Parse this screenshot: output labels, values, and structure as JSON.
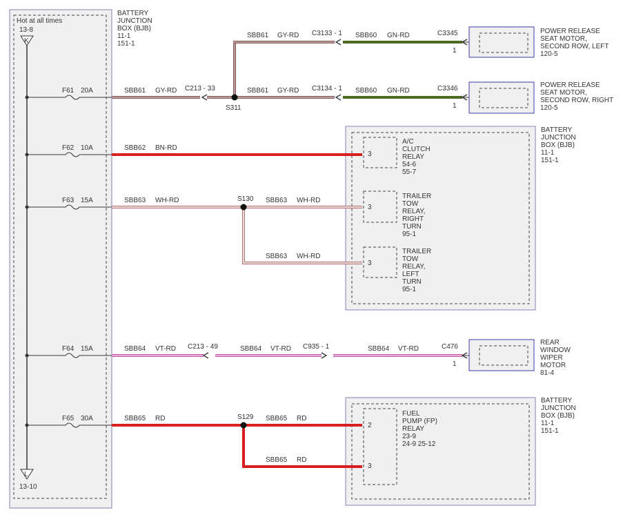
{
  "bjb_main": {
    "hot_label": "Hot at all times",
    "top_ref": "13-8",
    "bottom_ref": "13-10",
    "top_arrow_letter": "K",
    "bottom_arrow_letter": "L",
    "title_lines": [
      "BATTERY",
      "JUNCTION",
      "BOX (BJB)",
      "11-1",
      "151-1"
    ]
  },
  "fuses": [
    {
      "name": "F61",
      "rating": "20A"
    },
    {
      "name": "F62",
      "rating": "10A"
    },
    {
      "name": "F63",
      "rating": "15A"
    },
    {
      "name": "F64",
      "rating": "15A"
    },
    {
      "name": "F65",
      "rating": "30A"
    }
  ],
  "wires": {
    "sbb61": {
      "circuit": "SBB61",
      "color": "GY-RD"
    },
    "sbb60": {
      "circuit": "SBB60",
      "color": "GN-RD"
    },
    "sbb62": {
      "circuit": "SBB62",
      "color": "BN-RD"
    },
    "sbb63": {
      "circuit": "SBB63",
      "color": "WH-RD"
    },
    "sbb64": {
      "circuit": "SBB64",
      "color": "VT-RD"
    },
    "sbb65": {
      "circuit": "SBB65",
      "color": "RD"
    }
  },
  "connectors": {
    "c213_33": "C213 - 33",
    "c3133": "C3133 - 1",
    "c3134": "C3134 - 1",
    "c3345": "C3345",
    "c3346": "C3346",
    "c213_49": "C213 - 49",
    "c935": "C935 - 1",
    "c476": "C476"
  },
  "splices": {
    "s311": "S311",
    "s130": "S130",
    "s129": "S129"
  },
  "components": {
    "seat_left": {
      "pin": "1",
      "lines": [
        "POWER RELEASE",
        "SEAT MOTOR,",
        "SECOND ROW, LEFT",
        "120-5"
      ]
    },
    "seat_right": {
      "pin": "1",
      "lines": [
        "POWER RELEASE",
        "SEAT MOTOR,",
        "SECOND ROW, RIGHT",
        "120-5"
      ]
    },
    "bjb_relays": {
      "lines": [
        "BATTERY",
        "JUNCTION",
        "BOX (BJB)",
        "11-1",
        "151-1"
      ],
      "ac_relay": {
        "pin": "3",
        "lines": [
          "A/C",
          "CLUTCH",
          "RELAY",
          "54-6",
          "55-7"
        ]
      },
      "trailer_right": {
        "pin": "3",
        "lines": [
          "TRAILER",
          "TOW",
          "RELAY,",
          "RIGHT",
          "TURN",
          "95-1"
        ]
      },
      "trailer_left": {
        "pin": "3",
        "lines": [
          "TRAILER",
          "TOW",
          "RELAY,",
          "LEFT",
          "TURN",
          "95-1"
        ]
      }
    },
    "wiper": {
      "pin": "1",
      "lines": [
        "REAR",
        "WINDOW",
        "WIPER",
        "MOTOR",
        "81-4"
      ]
    },
    "bjb_fuel": {
      "lines": [
        "BATTERY",
        "JUNCTION",
        "BOX (BJB)",
        "11-1",
        "151-1"
      ],
      "fuel_relay": {
        "pin_a": "2",
        "pin_b": "3",
        "lines": [
          "FUEL",
          "PUMP (FP)",
          "RELAY",
          "23-9",
          "24-9    25-12"
        ]
      }
    }
  },
  "colors": {
    "gy_rd_outer": "#8a5a5a",
    "gy_rd_inner": "#c9b0b0",
    "gn_rd": "#4a6b1e",
    "rd": "#d81e1e",
    "wh_rd_outer": "#b07070",
    "wh_rd_inner": "#ffffff",
    "vt_rd_outer": "#c05aa8",
    "vt_rd_inner": "#f4c9ea",
    "box_border": "#3a3aaa",
    "box_fill": "#f0f0f0"
  }
}
